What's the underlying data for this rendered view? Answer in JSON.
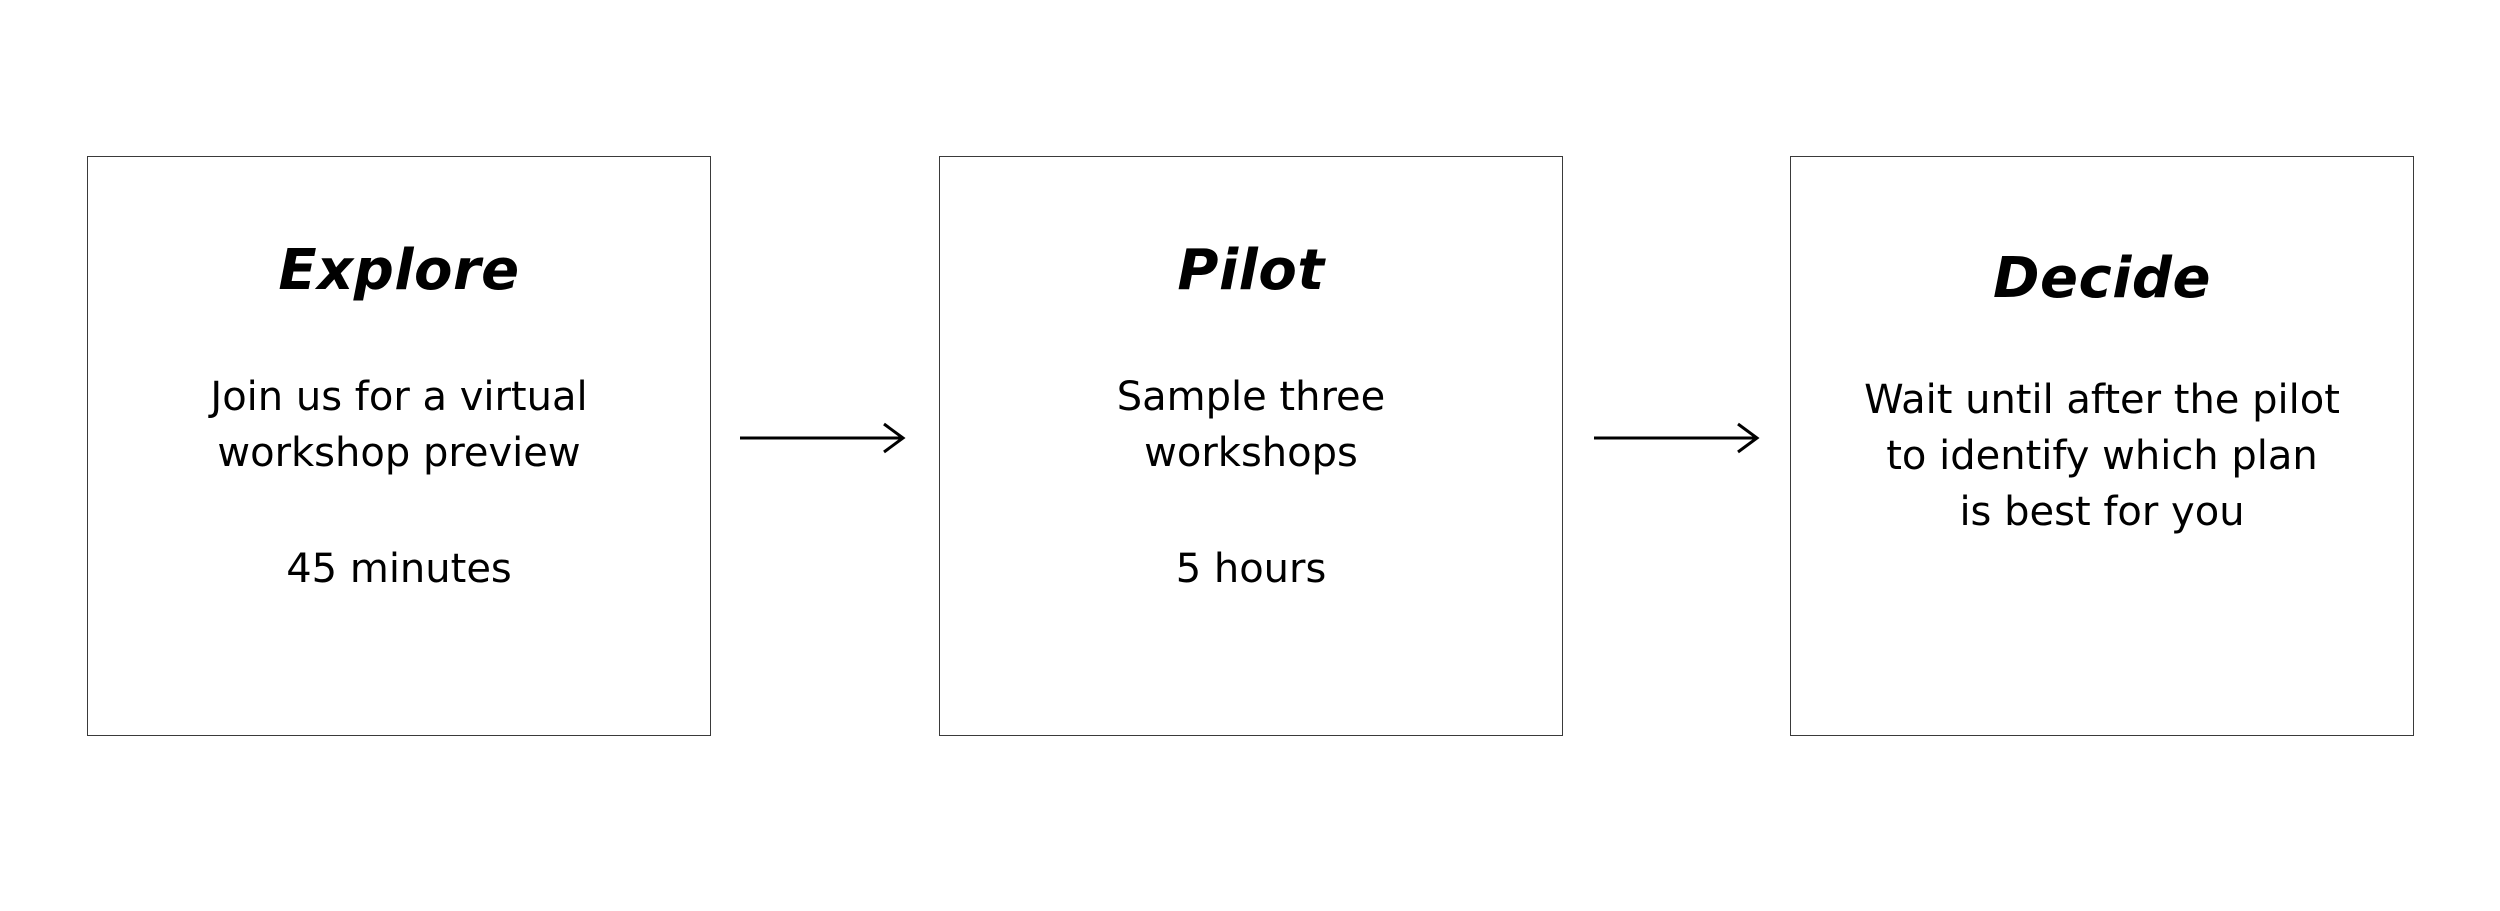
{
  "steps": [
    {
      "title": "Explore",
      "description": "Join us for a virtual\nworkshop preview",
      "duration": "45 minutes"
    },
    {
      "title": "Pilot",
      "description": "Sample three\nworkshops",
      "duration": "5 hours"
    },
    {
      "title": "Decide",
      "description": "Wait until after the pilot\nto identify which plan\nis best for you",
      "duration": ""
    }
  ],
  "colors": {
    "background": "#ffffff",
    "text": "#000000",
    "border": "#3a3a3a"
  },
  "icons": [
    "right-arrow-icon",
    "right-arrow-icon"
  ]
}
